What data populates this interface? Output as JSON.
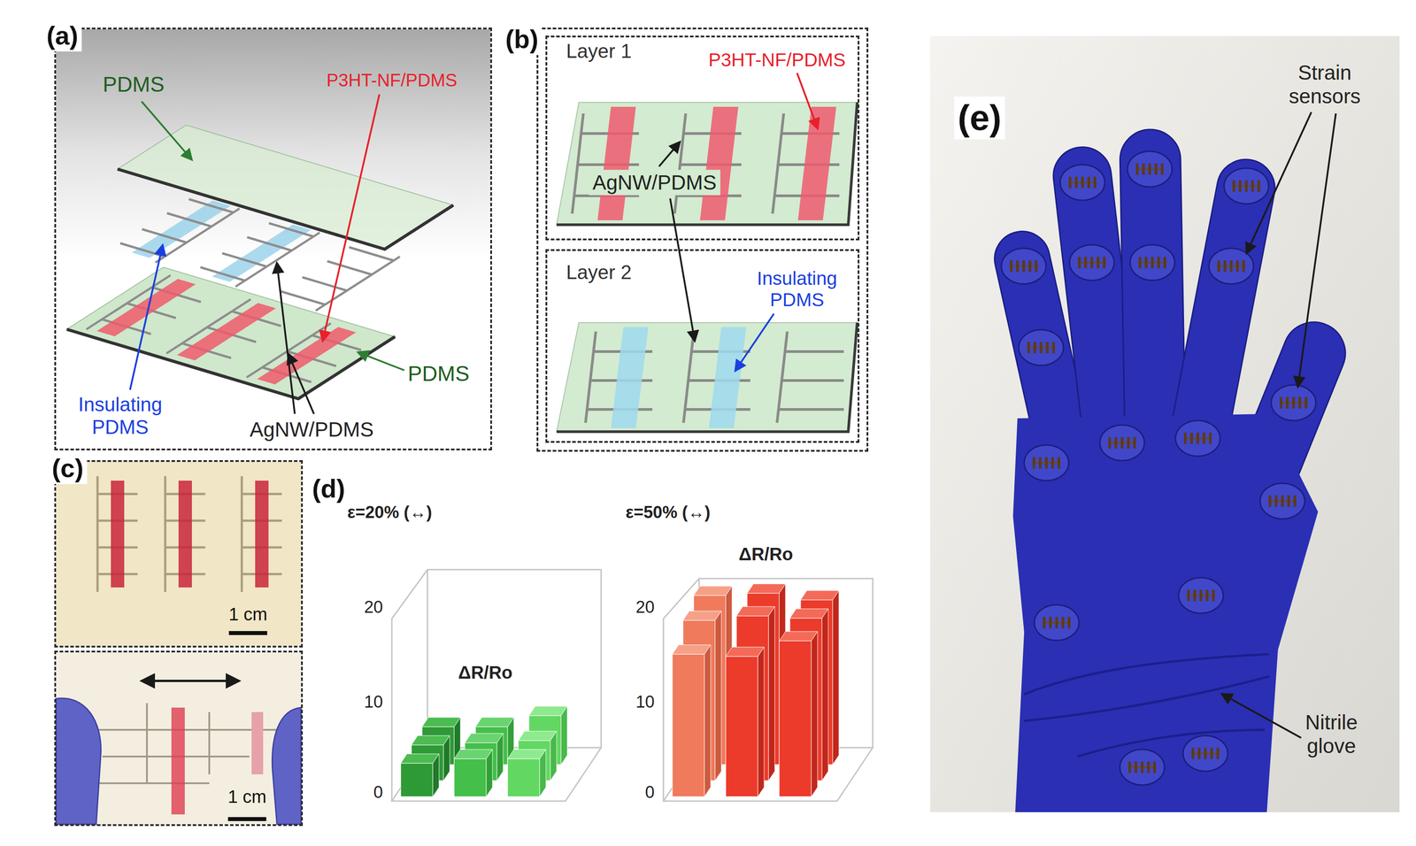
{
  "diagram": {
    "nodes": [
      {
        "text": [
          "(a)",
          "PDMS",
          "P3HT-NF/PDMS",
          "PDMS",
          "Insulating PDMS",
          "AgNW/PDMS"
        ]
      },
      {
        "text": [
          "(b)"
        ]
      },
      {
        "text": [
          "Layer 1",
          "P3HT-NF/PDMS",
          "AgNW/PDMS"
        ],
        "in": 1
      },
      {
        "text": [
          "Layer 2",
          "Insulating PDMS"
        ],
        "in": 1
      },
      {
        "text": [
          "1 cm"
        ]
      },
      {
        "text": [
          "1 cm"
        ]
      },
      {
        "text": [
          "(e)",
          "Strain sensors",
          "Nitrile glove"
        ]
      }
    ],
    "labels": [
      "(c)",
      "(d)",
      "ε=20% (↔)",
      "ε=50% (↔)",
      "ΔR/Ro",
      "20",
      "10",
      "0",
      "ΔR/Ro",
      "20",
      "10",
      "0"
    ]
  }
}
